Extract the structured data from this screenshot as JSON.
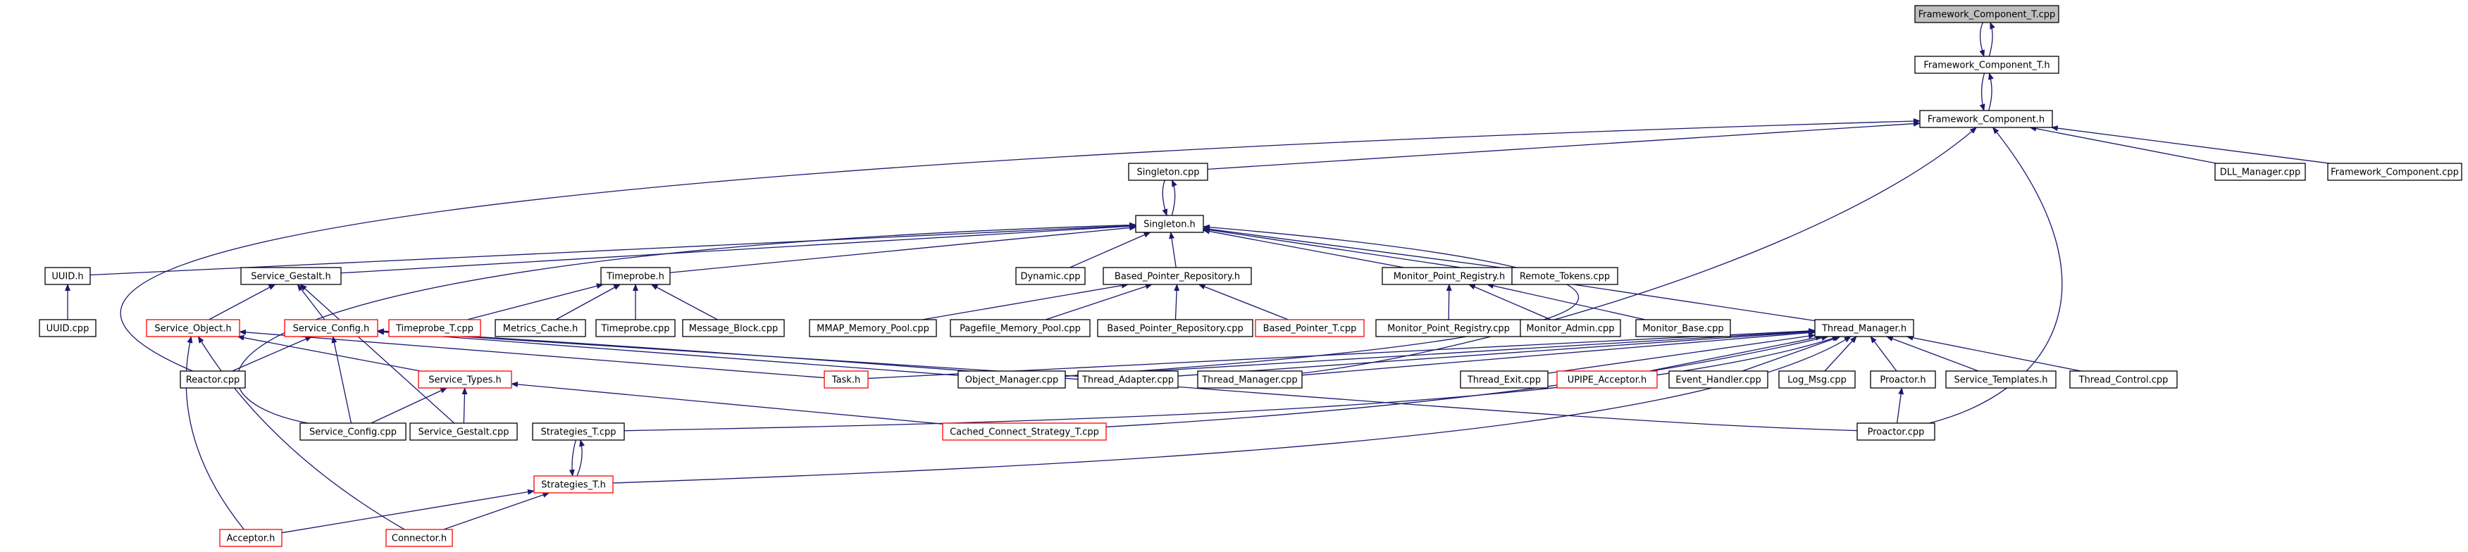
{
  "colors": {
    "edge": "#191970",
    "border_normal": "#000000",
    "border_truncated": "#ff0000",
    "root_fill": "#bfbfbf",
    "fill": "#ffffff"
  },
  "nodes": [
    {
      "id": "fct_cpp",
      "label": "Framework_Component_T.cpp",
      "style": "root"
    },
    {
      "id": "fct_h",
      "label": "Framework_Component_T.h",
      "style": "normal"
    },
    {
      "id": "fc_h",
      "label": "Framework_Component.h",
      "style": "normal"
    },
    {
      "id": "singleton_cpp",
      "label": "Singleton.cpp",
      "style": "normal"
    },
    {
      "id": "dll_cpp",
      "label": "DLL_Manager.cpp",
      "style": "normal"
    },
    {
      "id": "fc_cpp",
      "label": "Framework_Component.cpp",
      "style": "normal"
    },
    {
      "id": "singleton_h",
      "label": "Singleton.h",
      "style": "normal"
    },
    {
      "id": "uuid_h",
      "label": "UUID.h",
      "style": "normal"
    },
    {
      "id": "sg_h",
      "label": "Service_Gestalt.h",
      "style": "normal"
    },
    {
      "id": "tp_h",
      "label": "Timeprobe.h",
      "style": "normal"
    },
    {
      "id": "dyn_cpp",
      "label": "Dynamic.cpp",
      "style": "normal"
    },
    {
      "id": "bpr_h",
      "label": "Based_Pointer_Repository.h",
      "style": "normal"
    },
    {
      "id": "mpr_h",
      "label": "Monitor_Point_Registry.h",
      "style": "normal"
    },
    {
      "id": "rt_cpp",
      "label": "Remote_Tokens.cpp",
      "style": "normal"
    },
    {
      "id": "uuid_cpp",
      "label": "UUID.cpp",
      "style": "normal"
    },
    {
      "id": "so_h",
      "label": "Service_Object.h",
      "style": "truncated"
    },
    {
      "id": "sc_h",
      "label": "Service_Config.h",
      "style": "truncated"
    },
    {
      "id": "tpt_cpp",
      "label": "Timeprobe_T.cpp",
      "style": "truncated"
    },
    {
      "id": "mc_h",
      "label": "Metrics_Cache.h",
      "style": "normal"
    },
    {
      "id": "tp_cpp",
      "label": "Timeprobe.cpp",
      "style": "normal"
    },
    {
      "id": "mb_cpp",
      "label": "Message_Block.cpp",
      "style": "normal"
    },
    {
      "id": "mmap_cpp",
      "label": "MMAP_Memory_Pool.cpp",
      "style": "normal"
    },
    {
      "id": "pf_cpp",
      "label": "Pagefile_Memory_Pool.cpp",
      "style": "normal"
    },
    {
      "id": "bpr_cpp",
      "label": "Based_Pointer_Repository.cpp",
      "style": "normal"
    },
    {
      "id": "bpt_cpp",
      "label": "Based_Pointer_T.cpp",
      "style": "truncated"
    },
    {
      "id": "mpr_cpp",
      "label": "Monitor_Point_Registry.cpp",
      "style": "normal"
    },
    {
      "id": "ma_cpp",
      "label": "Monitor_Admin.cpp",
      "style": "normal"
    },
    {
      "id": "mbase_cpp",
      "label": "Monitor_Base.cpp",
      "style": "normal"
    },
    {
      "id": "tm_h",
      "label": "Thread_Manager.h",
      "style": "normal"
    },
    {
      "id": "reactor_cpp",
      "label": "Reactor.cpp",
      "style": "normal"
    },
    {
      "id": "st_h",
      "label": "Service_Types.h",
      "style": "truncated"
    },
    {
      "id": "task_h",
      "label": "Task.h",
      "style": "truncated"
    },
    {
      "id": "om_cpp",
      "label": "Object_Manager.cpp",
      "style": "normal"
    },
    {
      "id": "ta_cpp",
      "label": "Thread_Adapter.cpp",
      "style": "normal"
    },
    {
      "id": "tm_cpp",
      "label": "Thread_Manager.cpp",
      "style": "normal"
    },
    {
      "id": "te_cpp",
      "label": "Thread_Exit.cpp",
      "style": "normal"
    },
    {
      "id": "upipe_h",
      "label": "UPIPE_Acceptor.h",
      "style": "truncated"
    },
    {
      "id": "eh_cpp",
      "label": "Event_Handler.cpp",
      "style": "normal"
    },
    {
      "id": "lm_cpp",
      "label": "Log_Msg.cpp",
      "style": "normal"
    },
    {
      "id": "proactor_h",
      "label": "Proactor.h",
      "style": "normal"
    },
    {
      "id": "stpl_h",
      "label": "Service_Templates.h",
      "style": "normal"
    },
    {
      "id": "tc_cpp",
      "label": "Thread_Control.cpp",
      "style": "normal"
    },
    {
      "id": "sc_cpp",
      "label": "Service_Config.cpp",
      "style": "normal"
    },
    {
      "id": "sg_cpp",
      "label": "Service_Gestalt.cpp",
      "style": "normal"
    },
    {
      "id": "strt_cpp",
      "label": "Strategies_T.cpp",
      "style": "normal"
    },
    {
      "id": "ccst_cpp",
      "label": "Cached_Connect_Strategy_T.cpp",
      "style": "truncated"
    },
    {
      "id": "proactor_cpp",
      "label": "Proactor.cpp",
      "style": "normal"
    },
    {
      "id": "strt_h",
      "label": "Strategies_T.h",
      "style": "truncated"
    },
    {
      "id": "acc_h",
      "label": "Acceptor.h",
      "style": "truncated"
    },
    {
      "id": "conn_h",
      "label": "Connector.h",
      "style": "truncated"
    }
  ],
  "edges": [
    [
      "fct_h",
      "fct_cpp"
    ],
    [
      "fct_cpp",
      "fct_h"
    ],
    [
      "fc_h",
      "fct_h"
    ],
    [
      "fct_h",
      "fc_h"
    ],
    [
      "fc_h",
      "singleton_cpp"
    ],
    [
      "fc_h",
      "dll_cpp"
    ],
    [
      "fc_h",
      "fc_cpp"
    ],
    [
      "fc_h",
      "reactor_cpp"
    ],
    [
      "fc_h",
      "proactor_cpp"
    ],
    [
      "fc_h",
      "tm_cpp"
    ],
    [
      "singleton_h",
      "singleton_cpp"
    ],
    [
      "singleton_cpp",
      "singleton_h"
    ],
    [
      "singleton_h",
      "uuid_h"
    ],
    [
      "singleton_h",
      "sg_h"
    ],
    [
      "singleton_h",
      "tp_h"
    ],
    [
      "singleton_h",
      "dyn_cpp"
    ],
    [
      "singleton_h",
      "bpr_h"
    ],
    [
      "singleton_h",
      "mpr_h"
    ],
    [
      "singleton_h",
      "rt_cpp"
    ],
    [
      "singleton_h",
      "tm_h"
    ],
    [
      "singleton_h",
      "sc_cpp"
    ],
    [
      "singleton_h",
      "om_cpp"
    ],
    [
      "uuid_h",
      "uuid_cpp"
    ],
    [
      "sg_h",
      "so_h"
    ],
    [
      "sg_h",
      "sc_h"
    ],
    [
      "sg_h",
      "sg_cpp"
    ],
    [
      "tp_h",
      "tpt_cpp"
    ],
    [
      "tp_h",
      "mc_h"
    ],
    [
      "tp_h",
      "tp_cpp"
    ],
    [
      "tp_h",
      "mb_cpp"
    ],
    [
      "bpr_h",
      "mmap_cpp"
    ],
    [
      "bpr_h",
      "pf_cpp"
    ],
    [
      "bpr_h",
      "bpr_cpp"
    ],
    [
      "bpr_h",
      "bpt_cpp"
    ],
    [
      "mpr_h",
      "mpr_cpp"
    ],
    [
      "mpr_h",
      "ma_cpp"
    ],
    [
      "mpr_h",
      "mbase_cpp"
    ],
    [
      "so_h",
      "st_h"
    ],
    [
      "so_h",
      "task_h"
    ],
    [
      "so_h",
      "acc_h"
    ],
    [
      "so_h",
      "conn_h"
    ],
    [
      "sc_h",
      "reactor_cpp"
    ],
    [
      "sc_h",
      "sc_cpp"
    ],
    [
      "sc_h",
      "om_cpp"
    ],
    [
      "sc_h",
      "ta_cpp"
    ],
    [
      "sc_h",
      "proactor_cpp"
    ],
    [
      "st_h",
      "sc_cpp"
    ],
    [
      "st_h",
      "sg_cpp"
    ],
    [
      "st_h",
      "ccst_cpp"
    ],
    [
      "tm_h",
      "task_h"
    ],
    [
      "tm_h",
      "om_cpp"
    ],
    [
      "tm_h",
      "ta_cpp"
    ],
    [
      "tm_h",
      "tm_cpp"
    ],
    [
      "tm_h",
      "te_cpp"
    ],
    [
      "tm_h",
      "upipe_h"
    ],
    [
      "tm_h",
      "eh_cpp"
    ],
    [
      "tm_h",
      "lm_cpp"
    ],
    [
      "tm_h",
      "proactor_h"
    ],
    [
      "tm_h",
      "stpl_h"
    ],
    [
      "tm_h",
      "tc_cpp"
    ],
    [
      "tm_h",
      "strt_cpp"
    ],
    [
      "tm_h",
      "ccst_cpp"
    ],
    [
      "tm_h",
      "strt_h"
    ],
    [
      "proactor_h",
      "proactor_cpp"
    ],
    [
      "strt_h",
      "strt_cpp"
    ],
    [
      "strt_cpp",
      "strt_h"
    ],
    [
      "strt_h",
      "acc_h"
    ],
    [
      "strt_h",
      "conn_h"
    ]
  ]
}
